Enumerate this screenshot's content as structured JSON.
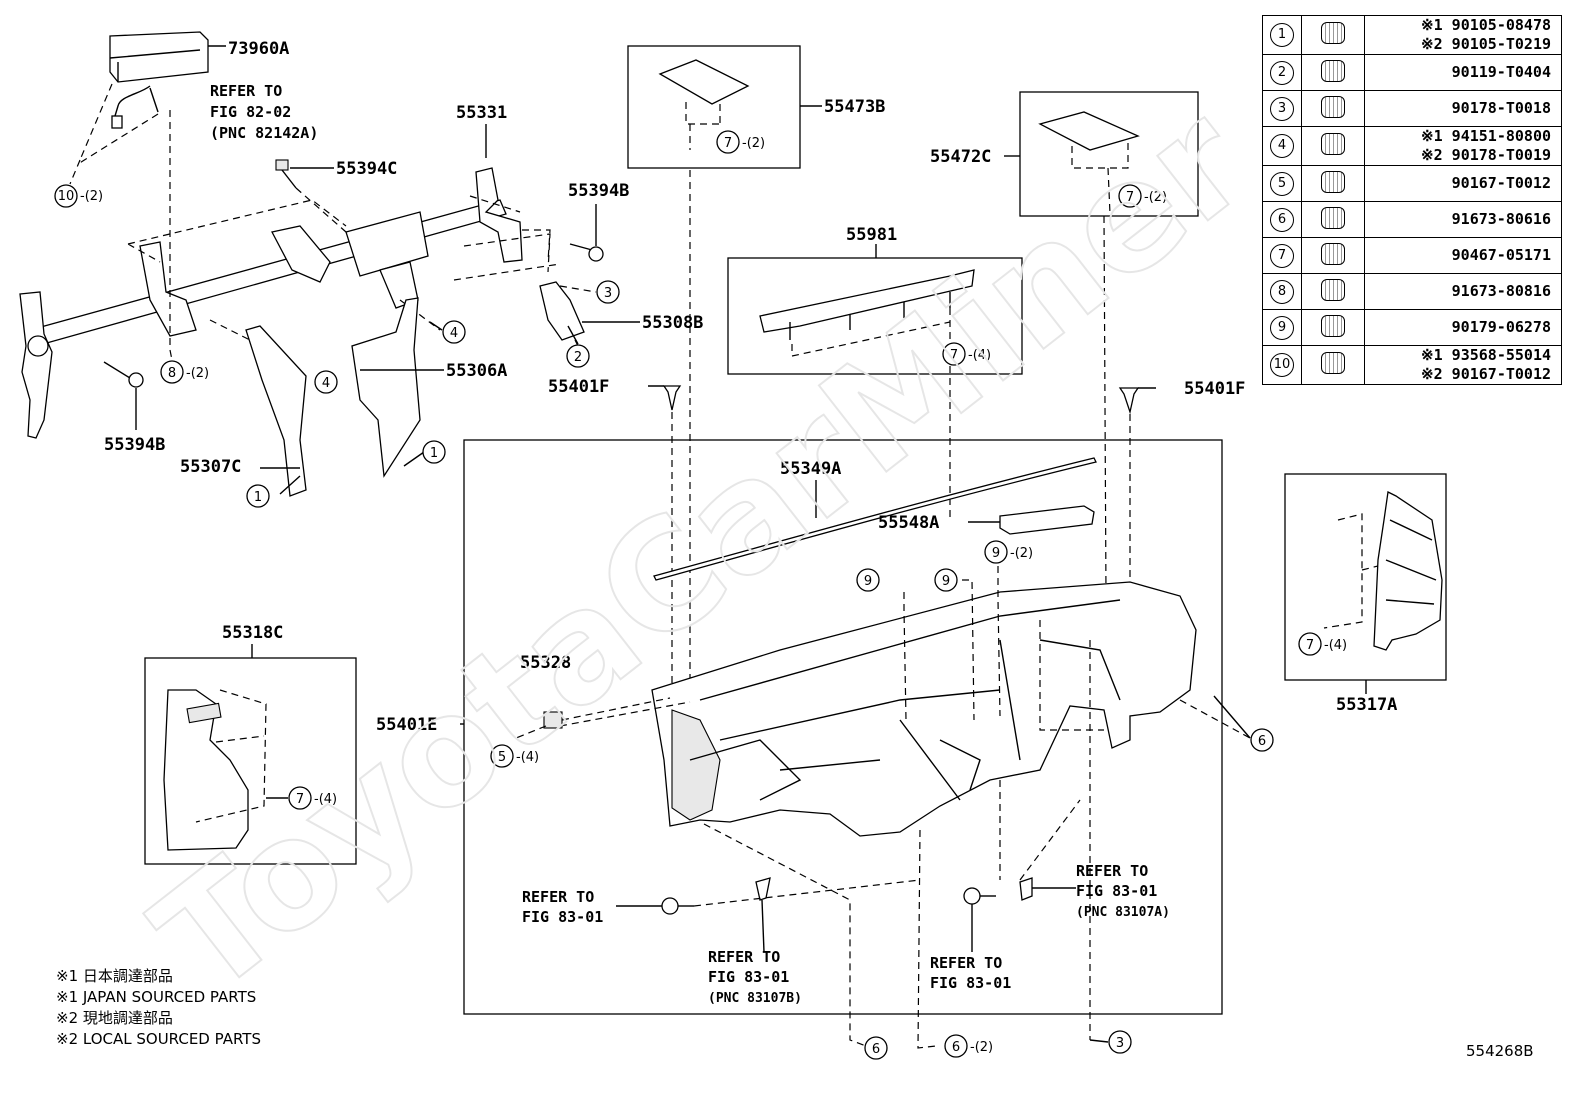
{
  "parts_table": [
    {
      "ref": "1",
      "icon": "bolt-washer-icon",
      "part": "※1 90105-08478",
      "part2": "※2 90105-T0219"
    },
    {
      "ref": "2",
      "icon": "bolt-icon",
      "part": "90119-T0404",
      "part2": ""
    },
    {
      "ref": "3",
      "icon": "nut-icon",
      "part": "90178-T0018",
      "part2": ""
    },
    {
      "ref": "4",
      "icon": "nut-icon",
      "part": "※1 94151-80800",
      "part2": "※2 90178-T0019"
    },
    {
      "ref": "5",
      "icon": "bolt-washer-icon",
      "part": "90167-T0012",
      "part2": ""
    },
    {
      "ref": "6",
      "icon": "bolt-washer-icon",
      "part": "91673-80616",
      "part2": ""
    },
    {
      "ref": "7",
      "icon": "clip-icon",
      "part": "90467-05171",
      "part2": ""
    },
    {
      "ref": "8",
      "icon": "bolt-washer-icon",
      "part": "91673-80816",
      "part2": ""
    },
    {
      "ref": "9",
      "icon": "speed-nut-icon",
      "part": "90179-06278",
      "part2": ""
    },
    {
      "ref": "10",
      "icon": "screw-icon",
      "part": "※1 93568-55014",
      "part2": "※2 90167-T0012"
    }
  ],
  "labels": {
    "p73960A": "73960A",
    "p55331": "55331",
    "p55394C": "55394C",
    "p55394B_top": "55394B",
    "p55394B_left": "55394B",
    "p55308B": "55308B",
    "p55306A": "55306A",
    "p55307C": "55307C",
    "p55473B": "55473B",
    "p55472C": "55472C",
    "p55981": "55981",
    "p55401F_left": "55401F",
    "p55401F_right": "55401F",
    "p55349A": "55349A",
    "p55548A": "55548A",
    "p55318C": "55318C",
    "p55328": "55328",
    "p55401E": "55401E",
    "p55317A": "55317A"
  },
  "refs": {
    "fig8202_line1": "REFER TO",
    "fig8202_line2": "FIG 82-02",
    "fig8202_line3": "(PNC 82142A)",
    "a_line1": "REFER TO",
    "a_line2": "FIG 83-01",
    "b_line1": "REFER TO",
    "b_line2": "FIG 83-01",
    "b_line3": "(PNC 83107B)",
    "c_line1": "REFER TO",
    "c_line2": "FIG 83-01",
    "d_line1": "REFER TO",
    "d_line2": "FIG 83-01",
    "d_line3": "(PNC 83107A)"
  },
  "callouts": {
    "c10": "10",
    "c10q": "-(2)",
    "c8": "8",
    "c8q": "-(2)",
    "c3a": "3",
    "c4a": "4",
    "c4b": "4",
    "c2": "2",
    "c1a": "1",
    "c1b": "1",
    "c7a": "7",
    "c7aq": "-(2)",
    "c7b": "7",
    "c7bq": "-(2)",
    "c7c": "7",
    "c7cq": "-(4)",
    "c9a": "9",
    "c9aq": "-(2)",
    "c9b": "9",
    "c9c": "9",
    "c5": "5",
    "c5q": "-(4)",
    "c7d": "7",
    "c7dq": "-(4)",
    "c7e": "7",
    "c7eq": "-(4)",
    "c6a": "6",
    "c6b": "6",
    "c6c": "6",
    "c6cq": "-(2)",
    "c3b": "3"
  },
  "notes": [
    "※1 日本調達部品",
    "※1 JAPAN SOURCED PARTS",
    "※2 現地調達部品",
    "※2 LOCAL SOURCED PARTS"
  ],
  "figure_code": "554268B",
  "watermark": "ToyotaCarMiner"
}
